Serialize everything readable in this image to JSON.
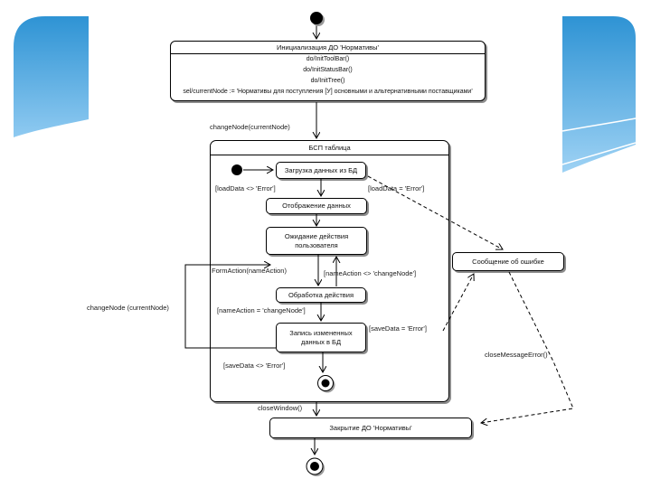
{
  "slide": {
    "accent_colors": {
      "swoosh_top": "#2E93D4",
      "swoosh_bottom": "#8FCAF1"
    },
    "diagram_stroke": "#000000"
  },
  "diagram": {
    "init_state": {
      "title": "Инициализация ДО 'Нормативы'",
      "actions": [
        "do/InitToolBar()",
        "do/InitStatusBar()",
        "do/InitTree()",
        "sel/currentNode := 'Нормативы для поступления [У] основными и альтернативными поставщиками'"
      ]
    },
    "container": {
      "title": "БСП таблица"
    },
    "states": {
      "load": "Загрузка данных из БД",
      "display": "Отображение данных",
      "wait": "Ожидание действия пользователя",
      "process": "Обработка действия",
      "save": "Запись измененных данных в БД",
      "error": "Сообщение об ошибке",
      "close": "Закрытие ДО 'Нормативы'"
    },
    "guards": {
      "load_ok": "[loadData <> 'Error']",
      "load_err": "[loadData = 'Error']",
      "action_ne": "[nameAction <> 'changeNode']",
      "action_eq": "[nameAction = 'changeNode']",
      "save_err": "[saveData = 'Error']",
      "save_ok": "[saveData <> 'Error']"
    },
    "events": {
      "change_node": "changeNode(currentNode)",
      "form_action": "FormAction(nameAction)",
      "change_node_loop": "changeNode (currentNode)",
      "close_message": "closeMessageError()",
      "close_window": "closeWindow()"
    }
  }
}
